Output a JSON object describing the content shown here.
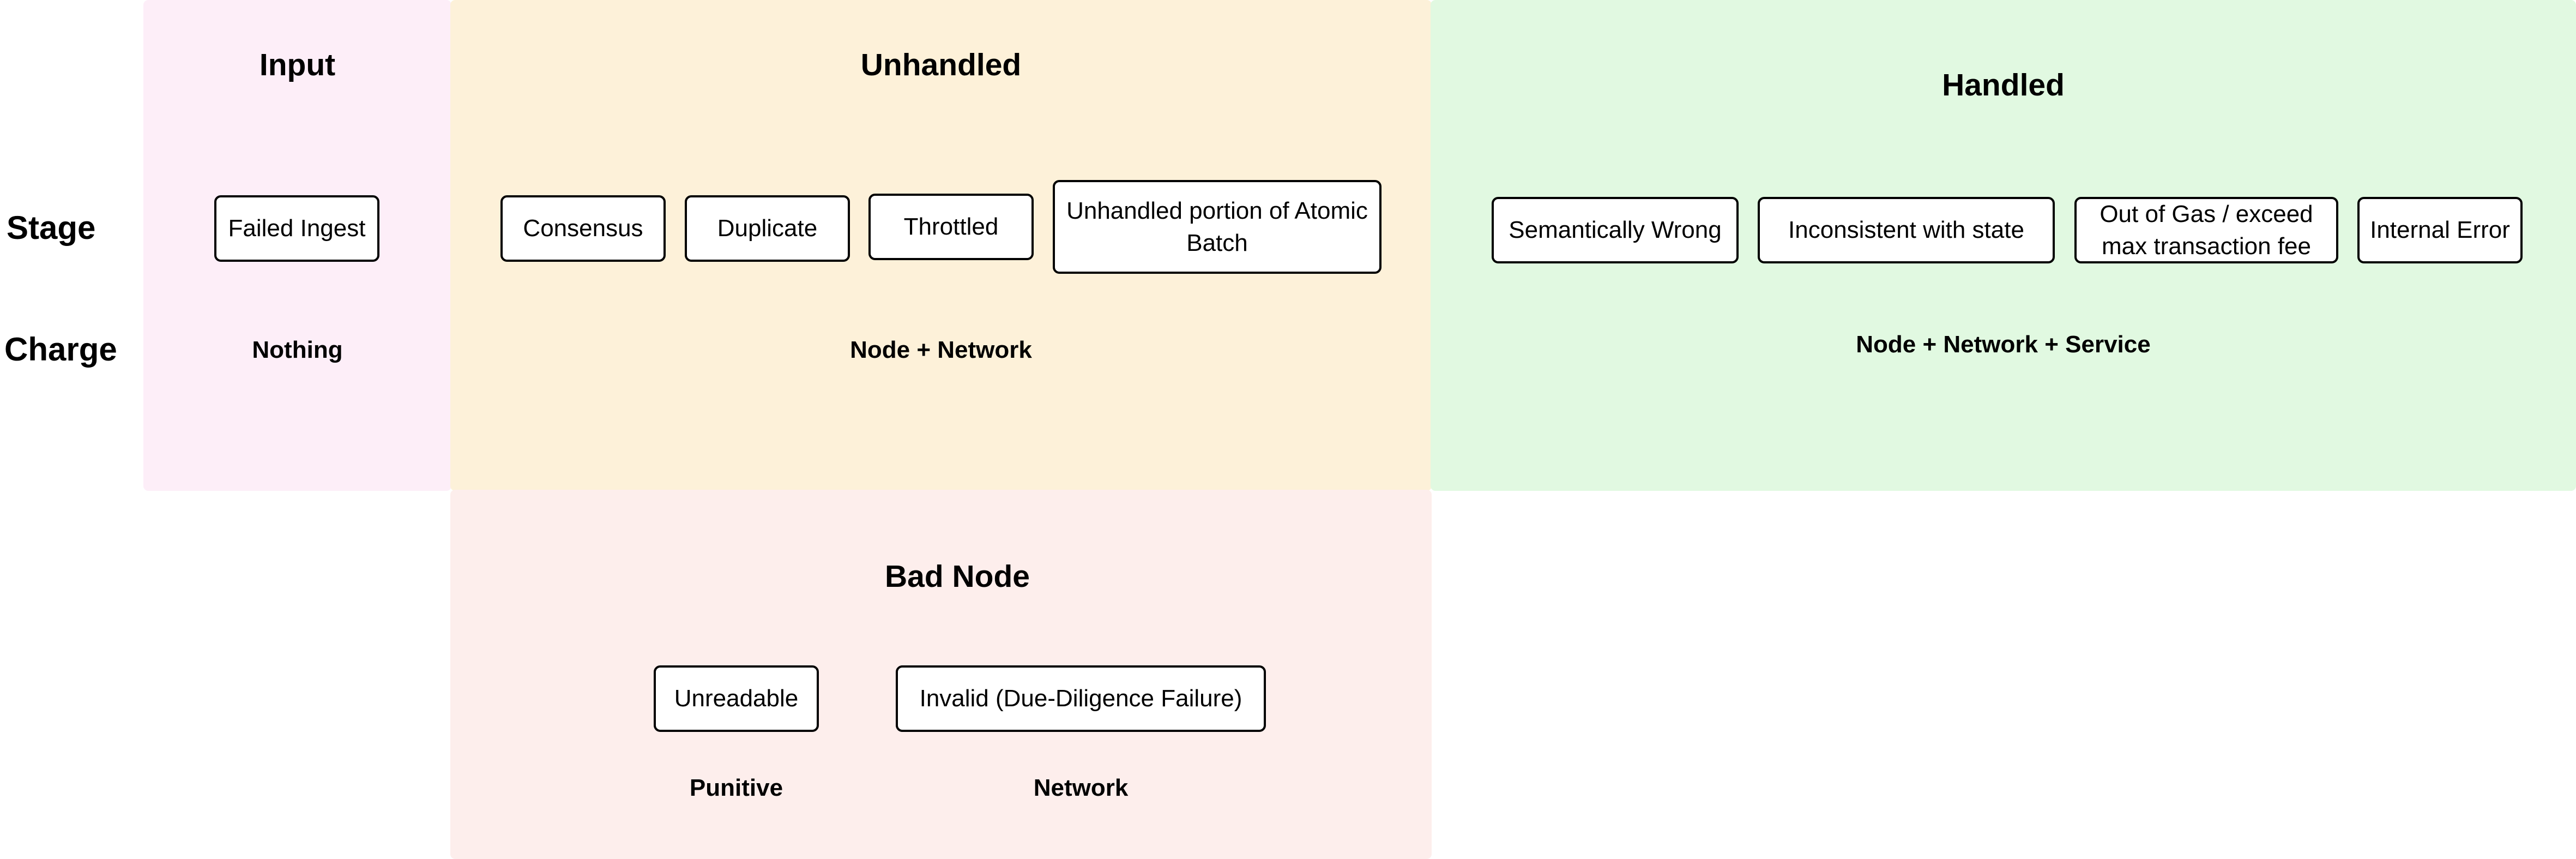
{
  "row_labels": {
    "stage": "Stage",
    "charge": "Charge"
  },
  "colors": {
    "input": "#fdeef8",
    "unhandled": "#fdf1d9",
    "handled": "#e1f9e1",
    "bad_node": "#fdeeec"
  },
  "input": {
    "title": "Input",
    "boxes": [
      "Failed Ingest"
    ],
    "charge": "Nothing"
  },
  "unhandled": {
    "title": "Unhandled",
    "boxes": [
      "Consensus",
      "Duplicate",
      "Throttled",
      "Unhandled portion of Atomic Batch"
    ],
    "charge": "Node + Network"
  },
  "handled": {
    "title": "Handled",
    "boxes": [
      "Semantically Wrong",
      "Inconsistent with state",
      "Out of Gas / exceed max transaction fee",
      "Internal Error"
    ],
    "charge": "Node + Network + Service"
  },
  "bad_node": {
    "title": "Bad Node",
    "boxes": [
      "Unreadable",
      "Invalid (Due-Diligence Failure)"
    ],
    "charges": [
      "Punitive",
      "Network"
    ]
  }
}
